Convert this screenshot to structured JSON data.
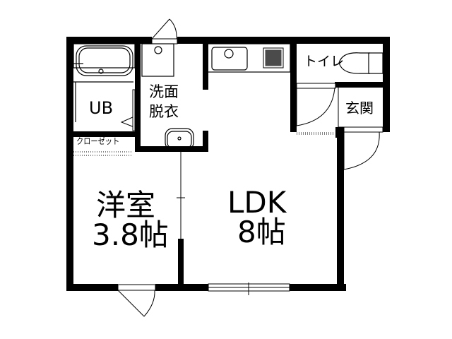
{
  "floor_plan": {
    "rooms": {
      "unit_bath": {
        "label": "UB"
      },
      "washroom": {
        "line1": "洗面",
        "line2": "脱衣"
      },
      "closet": {
        "label": "クローゼット"
      },
      "western_room": {
        "name": "洋室",
        "size": "3.8帖"
      },
      "ldk": {
        "name": "LDK",
        "size": "8帖"
      },
      "toilet": {
        "label": "トイレ"
      },
      "entrance": {
        "label": "玄関"
      }
    },
    "colors": {
      "wall": "#000000",
      "background": "#ffffff"
    }
  }
}
